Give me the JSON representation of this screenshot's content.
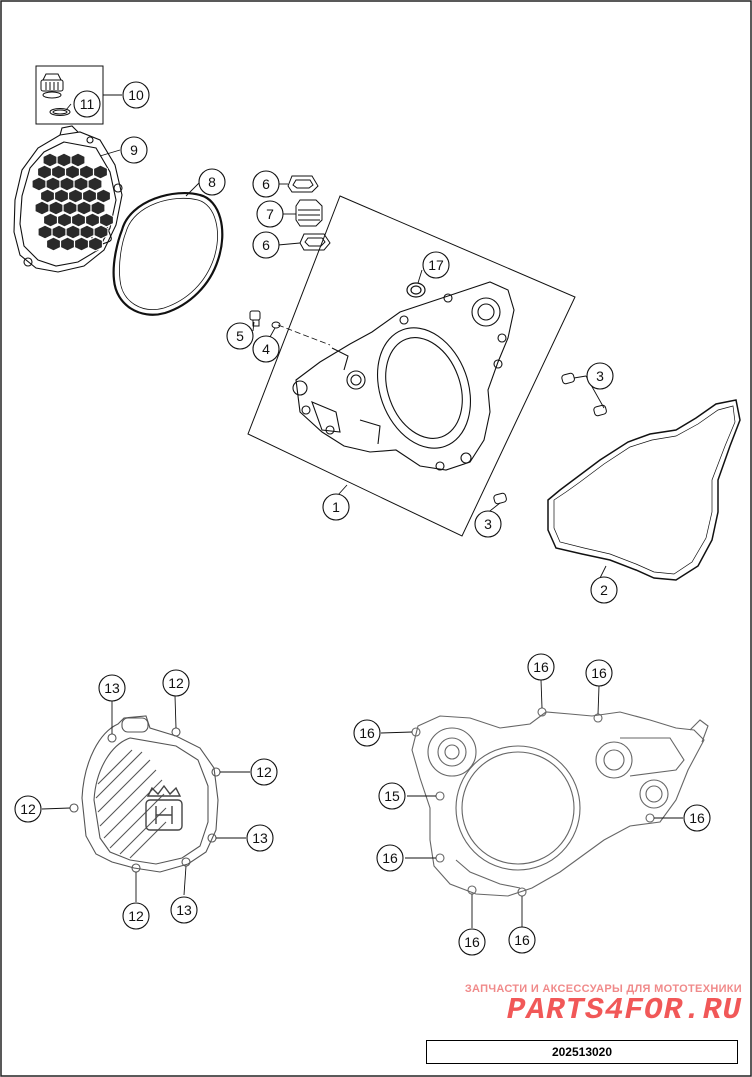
{
  "callouts": {
    "top": [
      "10",
      "11",
      "9",
      "8",
      "6",
      "7",
      "6",
      "17",
      "5",
      "4",
      "3",
      "3",
      "1",
      "2"
    ],
    "cover": [
      "13",
      "12",
      "12",
      "12",
      "13",
      "12",
      "13"
    ],
    "case": [
      "16",
      "16",
      "16",
      "15",
      "16",
      "16",
      "16",
      "16"
    ]
  },
  "watermark": {
    "tagline": "ЗАПЧАСТИ И АКСЕССУАРЫ ДЛЯ МОТОТЕХНИКИ",
    "brand": "PARTS4FOR.RU"
  },
  "document_number": "202513020",
  "colors": {
    "line": "#111111",
    "light_line": "#555555",
    "watermark": "#ef3b3b"
  }
}
